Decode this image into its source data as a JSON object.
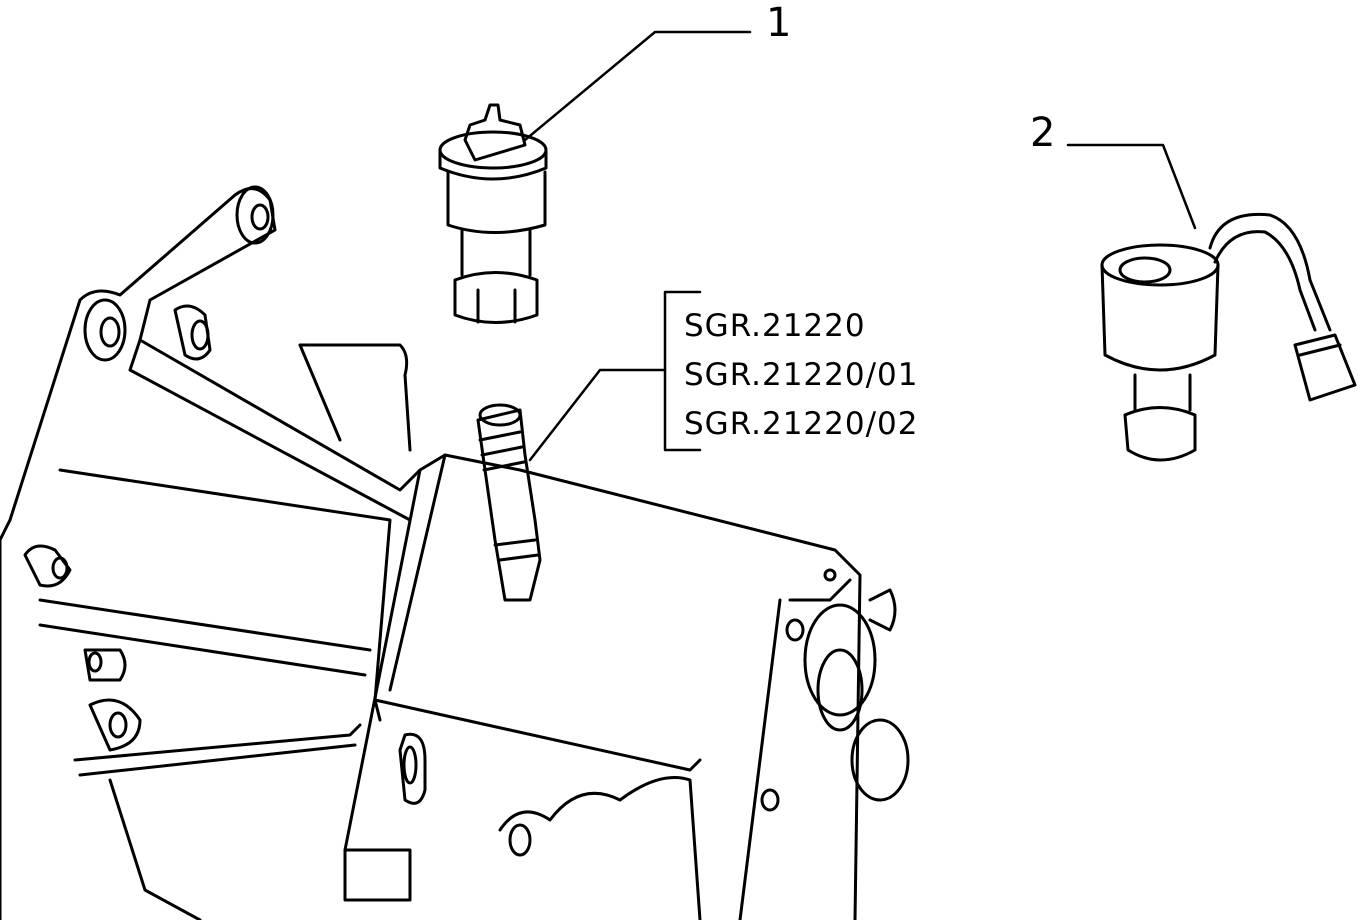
{
  "callouts": {
    "item1": "1",
    "item2": "2"
  },
  "part_codes": [
    "SGR.21220",
    "SGR.21220/01",
    "SGR.21220/02"
  ],
  "colors": {
    "line": "#000000",
    "background": "#ffffff"
  }
}
